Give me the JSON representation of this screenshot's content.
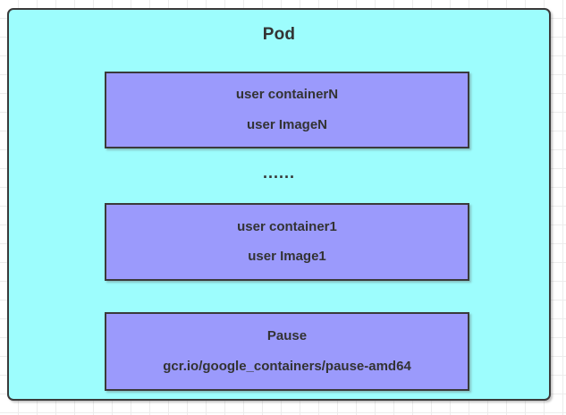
{
  "diagram": {
    "title": "Pod",
    "background": {
      "grid": true,
      "grid_color": "#ececec",
      "page_color": "#ffffff"
    },
    "pod": {
      "label": "Pod",
      "fill_color": "#9dfdfd",
      "border_color": "#3a3a3a"
    },
    "ellipsis": "......",
    "containers": [
      {
        "name": "user containerN",
        "image": "user ImageN",
        "fill_color": "#9b9afc",
        "border_color": "#3a3a3a"
      },
      {
        "name": "user container1",
        "image": "user Image1",
        "fill_color": "#9b9afc",
        "border_color": "#3a3a3a"
      },
      {
        "name": "Pause",
        "image": "gcr.io/google_containers/pause-amd64",
        "fill_color": "#9b9afc",
        "border_color": "#3a3a3a"
      }
    ]
  }
}
